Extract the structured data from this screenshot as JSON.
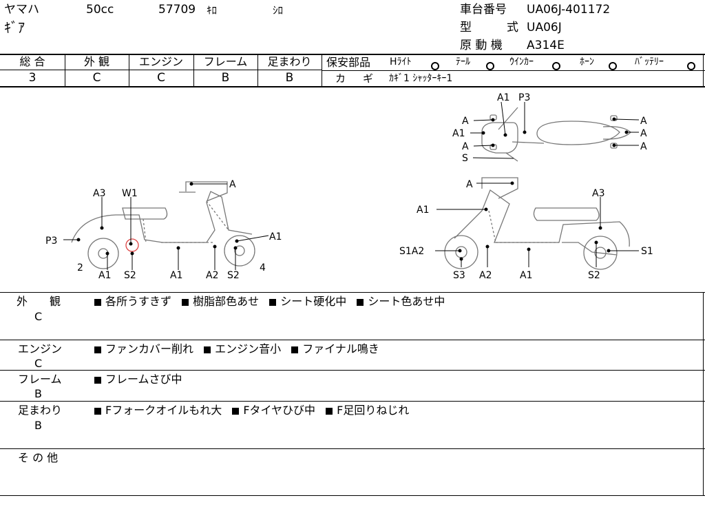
{
  "header": {
    "maker": "ヤマハ",
    "displacement": "50cc",
    "mileage": "57709",
    "mileage_unit": "ｷﾛ",
    "color": "ｼﾛ",
    "model_name": "ｷﾞｱ",
    "frame_no_label": "車台番号",
    "frame_no_value": "UA06J-401172",
    "type_label_1": "型",
    "type_label_2": "式",
    "type_value": "UA06J",
    "engine_label": "原 動 機",
    "engine_value": "A314E"
  },
  "grades": [
    {
      "label": "総 合",
      "value": "3"
    },
    {
      "label": "外 観",
      "value": "C"
    },
    {
      "label": "エンジン",
      "value": "C"
    },
    {
      "label": "フレーム",
      "value": "B"
    },
    {
      "label": "足まわり",
      "value": "B"
    }
  ],
  "safety": {
    "label": "保安部品",
    "items": [
      {
        "name": "Hﾗｲﾄ",
        "status": "O"
      },
      {
        "name": "ﾃｰﾙ",
        "status": "O"
      },
      {
        "name": "ｳｲﾝｶｰ",
        "status": "O"
      },
      {
        "name": "ﾎｰﾝ",
        "status": "O"
      },
      {
        "name": "ﾊﾞｯﾃﾘｰ",
        "status": "O"
      }
    ]
  },
  "keys": {
    "label_1": "カ",
    "label_2": "ギ",
    "value": "ｶｷﾞ1 ｼｬｯﾀｰｷｰ1"
  },
  "diagram_labels": {
    "top": [
      "A1",
      "P3",
      "A",
      "A1",
      "A",
      "S",
      "A",
      "A",
      "A"
    ],
    "left": [
      "A3",
      "W1",
      "A",
      "P3",
      "A1",
      "2",
      "A1",
      "S2",
      "A1",
      "A2",
      "S2",
      "4"
    ],
    "right": [
      "A",
      "A3",
      "A1",
      "S1A2",
      "S1",
      "S3",
      "A2",
      "A1",
      "S2"
    ]
  },
  "remarks": [
    {
      "title": "外　　観",
      "grade": "C",
      "items": [
        "各所うすきず",
        "樹脂部色あせ",
        "シート硬化中",
        "シート色あせ中"
      ]
    },
    {
      "title": "エンジン",
      "grade": "C",
      "items": [
        "ファンカバー削れ",
        "エンジン音小",
        "ファイナル鳴き"
      ]
    },
    {
      "title": "フレーム",
      "grade": "B",
      "items": [
        "フレームさび中"
      ]
    },
    {
      "title": "足まわり",
      "grade": "B",
      "items": [
        "Fフォークオイルもれ大",
        "Fタイヤひび中",
        "F足回りねじれ"
      ]
    },
    {
      "title": "そ の 他",
      "grade": "",
      "items": []
    }
  ]
}
